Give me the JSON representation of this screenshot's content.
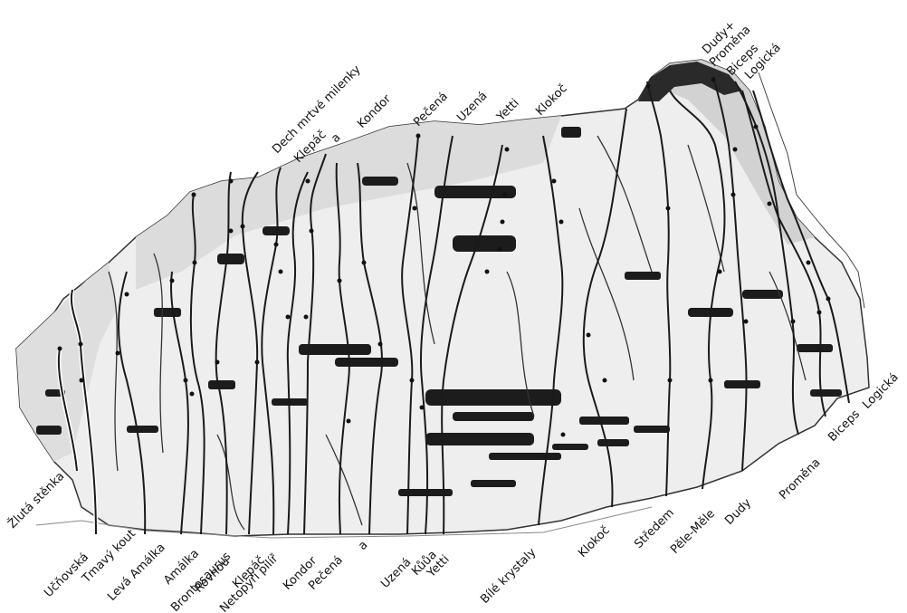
{
  "bottom_labels": [
    "Žlutá stěnka",
    "Učňovská",
    "Tmavý kout",
    "Levá Amálka",
    "Amálka",
    "Rovnou",
    "Brontosaurus",
    "Klepáč",
    "Netopýří pilíř",
    "Kondor",
    "Pečená",
    "a",
    "Uzená",
    "Kůůa",
    "Yetti",
    "Bílé krystaly",
    "Klokoč",
    "Středem",
    "Pěle-Měle",
    "Dudy",
    "Proměna",
    "Biceps",
    "Logická"
  ],
  "top_labels": [
    "Dech mrtvé milenky",
    "Klepáč",
    "a",
    "Kondor",
    "Pečená",
    "Uzená",
    "Yetti",
    "Klokoč",
    "Dudy+",
    "Proměna",
    "Biceps",
    "Logická"
  ]
}
